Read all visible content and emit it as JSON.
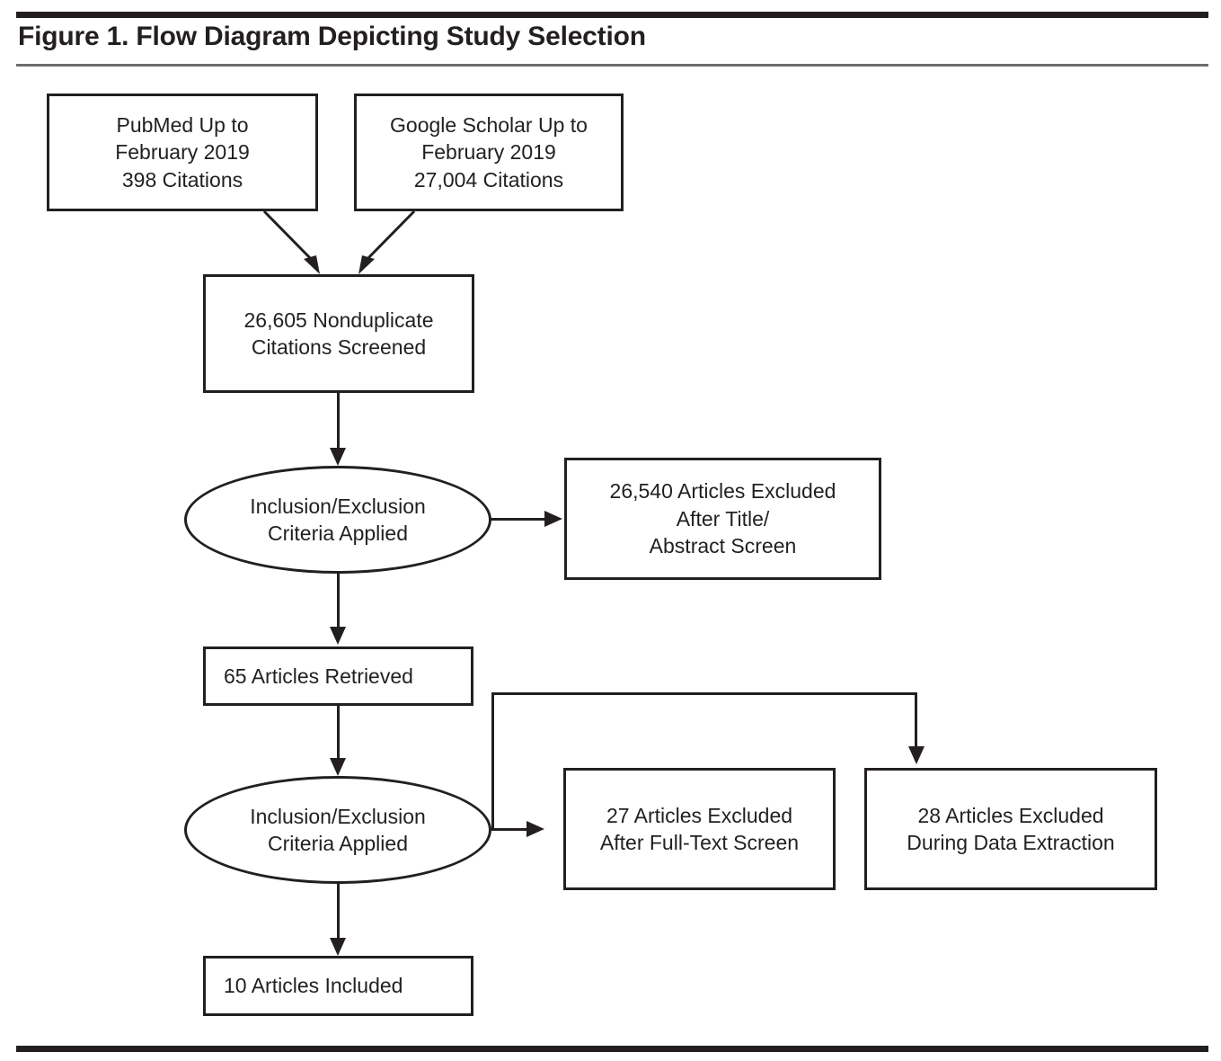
{
  "figure": {
    "title": "Figure 1. Flow Diagram Depicting Study Selection",
    "accent_color": "#231f20",
    "rule_color": "#6d6e71",
    "background": "#ffffff"
  },
  "nodes": {
    "pubmed": {
      "shape": "rectangle",
      "line1": "PubMed Up to",
      "line2": "February 2019",
      "line3": "398 Citations"
    },
    "google_scholar": {
      "shape": "rectangle",
      "line1": "Google Scholar Up to",
      "line2": "February 2019",
      "line3": "27,004 Citations"
    },
    "screened": {
      "shape": "rectangle",
      "line1": "26,605 Nonduplicate",
      "line2": "Citations Screened"
    },
    "criteria_1": {
      "shape": "ellipse",
      "line1": "Inclusion/Exclusion",
      "line2": "Criteria Applied"
    },
    "excluded_title_abstract": {
      "shape": "rectangle",
      "line1": "26,540 Articles Excluded",
      "line2": "After Title/",
      "line3": "Abstract Screen"
    },
    "retrieved": {
      "shape": "rectangle",
      "line1": "65 Articles Retrieved"
    },
    "criteria_2": {
      "shape": "ellipse",
      "line1": "Inclusion/Exclusion",
      "line2": "Criteria Applied"
    },
    "excluded_full_text": {
      "shape": "rectangle",
      "line1": "27 Articles Excluded",
      "line2": "After Full-Text Screen"
    },
    "excluded_data_extraction": {
      "shape": "rectangle",
      "line1": "28 Articles Excluded",
      "line2": "During Data Extraction"
    },
    "included": {
      "shape": "rectangle",
      "line1": "10 Articles Included"
    }
  },
  "chart_data": {
    "type": "diagram",
    "title": "Figure 1. Flow Diagram Depicting Study Selection",
    "diagram_kind": "prisma-study-selection-flow",
    "steps": [
      {
        "id": "pubmed",
        "label": "PubMed Up to February 2019 398 Citations",
        "count": 398
      },
      {
        "id": "google_scholar",
        "label": "Google Scholar Up to February 2019 27,004 Citations",
        "count": 27004
      },
      {
        "id": "screened",
        "label": "26,605 Nonduplicate Citations Screened",
        "count": 26605
      },
      {
        "id": "criteria_1",
        "label": "Inclusion/Exclusion Criteria Applied",
        "count": null
      },
      {
        "id": "excluded_title_abstract",
        "label": "26,540 Articles Excluded After Title/Abstract Screen",
        "count": 26540
      },
      {
        "id": "retrieved",
        "label": "65 Articles Retrieved",
        "count": 65
      },
      {
        "id": "criteria_2",
        "label": "Inclusion/Exclusion Criteria Applied",
        "count": null
      },
      {
        "id": "excluded_full_text",
        "label": "27 Articles Excluded After Full-Text Screen",
        "count": 27
      },
      {
        "id": "excluded_data_extraction",
        "label": "28 Articles Excluded During Data Extraction",
        "count": 28
      },
      {
        "id": "included",
        "label": "10 Articles Included",
        "count": 10
      }
    ],
    "edges": [
      {
        "from": "pubmed",
        "to": "screened"
      },
      {
        "from": "google_scholar",
        "to": "screened"
      },
      {
        "from": "screened",
        "to": "criteria_1"
      },
      {
        "from": "criteria_1",
        "to": "excluded_title_abstract"
      },
      {
        "from": "criteria_1",
        "to": "retrieved"
      },
      {
        "from": "retrieved",
        "to": "criteria_2"
      },
      {
        "from": "criteria_2",
        "to": "excluded_full_text"
      },
      {
        "from": "criteria_2",
        "to": "excluded_data_extraction"
      },
      {
        "from": "criteria_2",
        "to": "included"
      }
    ]
  }
}
